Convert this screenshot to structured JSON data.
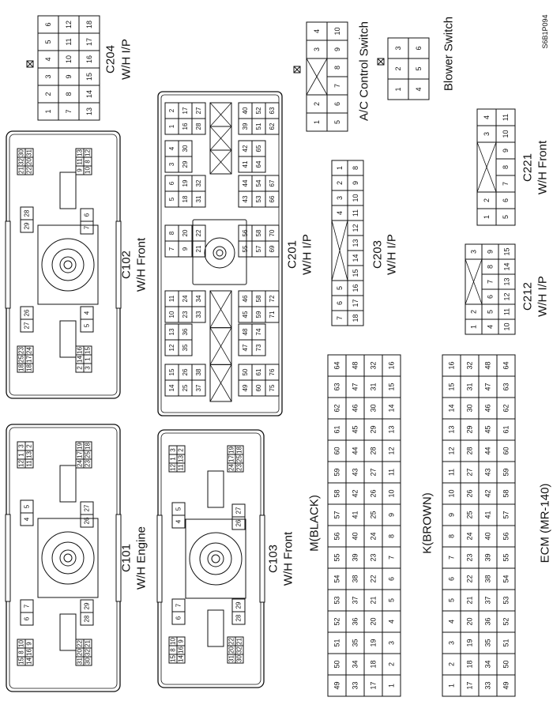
{
  "diagram_code": "S6B1P094",
  "connectors": {
    "c204": {
      "name": "C204",
      "harness": "W/H I/P",
      "rows": [
        [
          "1",
          "2",
          "3",
          "4",
          "5",
          "6"
        ],
        [
          "7",
          "8",
          "9",
          "10",
          "11",
          "12"
        ],
        [
          "13",
          "14",
          "15",
          "16",
          "17",
          "18"
        ]
      ]
    },
    "ac_switch": {
      "name": "A/C Control Switch",
      "rows": [
        [
          "1",
          "2",
          "",
          "3",
          "4"
        ],
        [
          "5",
          "6",
          "7",
          "8",
          "9",
          "10"
        ]
      ]
    },
    "blower": {
      "name": "Blower Switch",
      "rows": [
        [
          "1",
          "2",
          "3"
        ],
        [
          "4",
          "5",
          "6"
        ]
      ]
    },
    "c221": {
      "name": "C221",
      "harness": "W/H Front",
      "rows": [
        [
          "1",
          "2",
          "",
          "3",
          "4"
        ],
        [
          "5",
          "6",
          "7",
          "8",
          "9",
          "10",
          "11"
        ]
      ]
    },
    "c203": {
      "name": "C203",
      "harness": "W/H I/P",
      "rows": [
        [
          "1",
          "2",
          "3",
          "4",
          "",
          "5",
          "6",
          "7"
        ],
        [
          "8",
          "9",
          "10",
          "11",
          "12",
          "13",
          "14",
          "15",
          "16",
          "17",
          "18"
        ]
      ]
    },
    "c212": {
      "name": "C212",
      "harness": "W/H I/P",
      "rows": [
        [
          "1",
          "2",
          "",
          "3"
        ],
        [
          "4",
          "5",
          "6",
          "7",
          "8",
          "9"
        ],
        [
          "10",
          "11",
          "12",
          "13",
          "14",
          "15"
        ]
      ]
    },
    "c201": {
      "name": "C201",
      "harness": "W/H I/P",
      "groups": [
        [
          "1",
          "2",
          "16",
          "17",
          "28",
          "27"
        ],
        [
          "3",
          "4",
          "29",
          "30"
        ],
        [
          "5",
          "6",
          "18",
          "19",
          "31",
          "32"
        ],
        [
          "7",
          "8",
          "9",
          "20",
          "21",
          "22"
        ],
        [
          "10",
          "11",
          "23",
          "24",
          "33",
          "34"
        ],
        [
          "12",
          "13",
          "35",
          "36"
        ],
        [
          "14",
          "15",
          "25",
          "26",
          "37",
          "38"
        ],
        [
          "39",
          "40",
          "51",
          "52",
          "62",
          "63"
        ],
        [
          "41",
          "42",
          "64",
          "65"
        ],
        [
          "43",
          "44",
          "53",
          "54",
          "66",
          "67"
        ],
        [
          "55",
          "56",
          "57",
          "58",
          "69",
          "70"
        ],
        [
          "45",
          "46",
          "59",
          "58",
          "71",
          "72"
        ],
        [
          "47",
          "48",
          "73",
          "74"
        ],
        [
          "49",
          "50",
          "60",
          "61",
          "75",
          "76"
        ]
      ]
    },
    "c102": {
      "name": "C102",
      "harness": "W/H Front",
      "groups": [
        [
          "30",
          "31",
          "32",
          "20",
          "21",
          "22"
        ],
        [
          "13",
          "12",
          "11",
          "8",
          "9",
          "10"
        ],
        [
          "28",
          "29"
        ],
        [
          "6",
          "7"
        ],
        [
          "26",
          "27"
        ],
        [
          "4",
          "5"
        ],
        [
          "23",
          "24",
          "25",
          "17",
          "18",
          "18"
        ],
        [
          "16",
          "15",
          "14",
          "1",
          "2",
          "3"
        ]
      ]
    },
    "c101": {
      "name": "C101",
      "harness": "W/H Engine",
      "groups": [
        [
          "3",
          "2",
          "1",
          "13",
          "12",
          "11"
        ],
        [
          "19",
          "18",
          "17",
          "25",
          "24",
          "23"
        ],
        [
          "5",
          "4"
        ],
        [
          "27",
          "26"
        ],
        [
          "7",
          "6"
        ],
        [
          "29",
          "28"
        ],
        [
          "10",
          "9",
          "8",
          "16",
          "15",
          "14"
        ],
        [
          "22",
          "21",
          "20",
          "32",
          "31",
          "30"
        ]
      ]
    },
    "c103": {
      "name": "C103",
      "harness": "W/H Front",
      "groups": [
        [
          "3",
          "2",
          "1",
          "13",
          "12",
          "11"
        ],
        [
          "19",
          "18",
          "17",
          "25",
          "24",
          "23"
        ],
        [
          "5",
          "4"
        ],
        [
          "27",
          "26"
        ],
        [
          "7",
          "6"
        ],
        [
          "29",
          "28"
        ],
        [
          "10",
          "9",
          "8",
          "16",
          "15",
          "14"
        ],
        [
          "22",
          "21",
          "20",
          "32",
          "31",
          "30"
        ]
      ]
    },
    "ecm": {
      "name": "ECM (MR-140)",
      "part_m": "M(BLACK)",
      "part_k": "K(BROWN)",
      "m_rows": [
        [
          "49",
          "50",
          "51",
          "52",
          "53",
          "54",
          "55",
          "56",
          "57",
          "58",
          "59",
          "60",
          "61",
          "62",
          "63",
          "64"
        ],
        [
          "33",
          "34",
          "35",
          "36",
          "37",
          "38",
          "39",
          "40",
          "41",
          "42",
          "43",
          "44",
          "45",
          "46",
          "47",
          "48"
        ],
        [
          "17",
          "18",
          "19",
          "20",
          "21",
          "22",
          "23",
          "24",
          "25",
          "26",
          "27",
          "28",
          "29",
          "30",
          "31",
          "32"
        ],
        [
          "1",
          "2",
          "3",
          "4",
          "5",
          "6",
          "7",
          "8",
          "9",
          "10",
          "11",
          "12",
          "13",
          "14",
          "15",
          "16"
        ]
      ],
      "k_rows": [
        [
          "16",
          "15",
          "14",
          "13",
          "12",
          "11",
          "10",
          "9",
          "8",
          "7",
          "6",
          "5",
          "4",
          "3",
          "2",
          "1"
        ],
        [
          "32",
          "31",
          "30",
          "29",
          "28",
          "27",
          "26",
          "25",
          "24",
          "23",
          "22",
          "21",
          "20",
          "19",
          "18",
          "17"
        ],
        [
          "48",
          "47",
          "46",
          "45",
          "44",
          "43",
          "42",
          "41",
          "40",
          "39",
          "38",
          "37",
          "36",
          "35",
          "34",
          "33"
        ],
        [
          "64",
          "63",
          "62",
          "61",
          "60",
          "59",
          "58",
          "57",
          "56",
          "55",
          "54",
          "53",
          "52",
          "51",
          "50",
          "49"
        ]
      ]
    }
  }
}
